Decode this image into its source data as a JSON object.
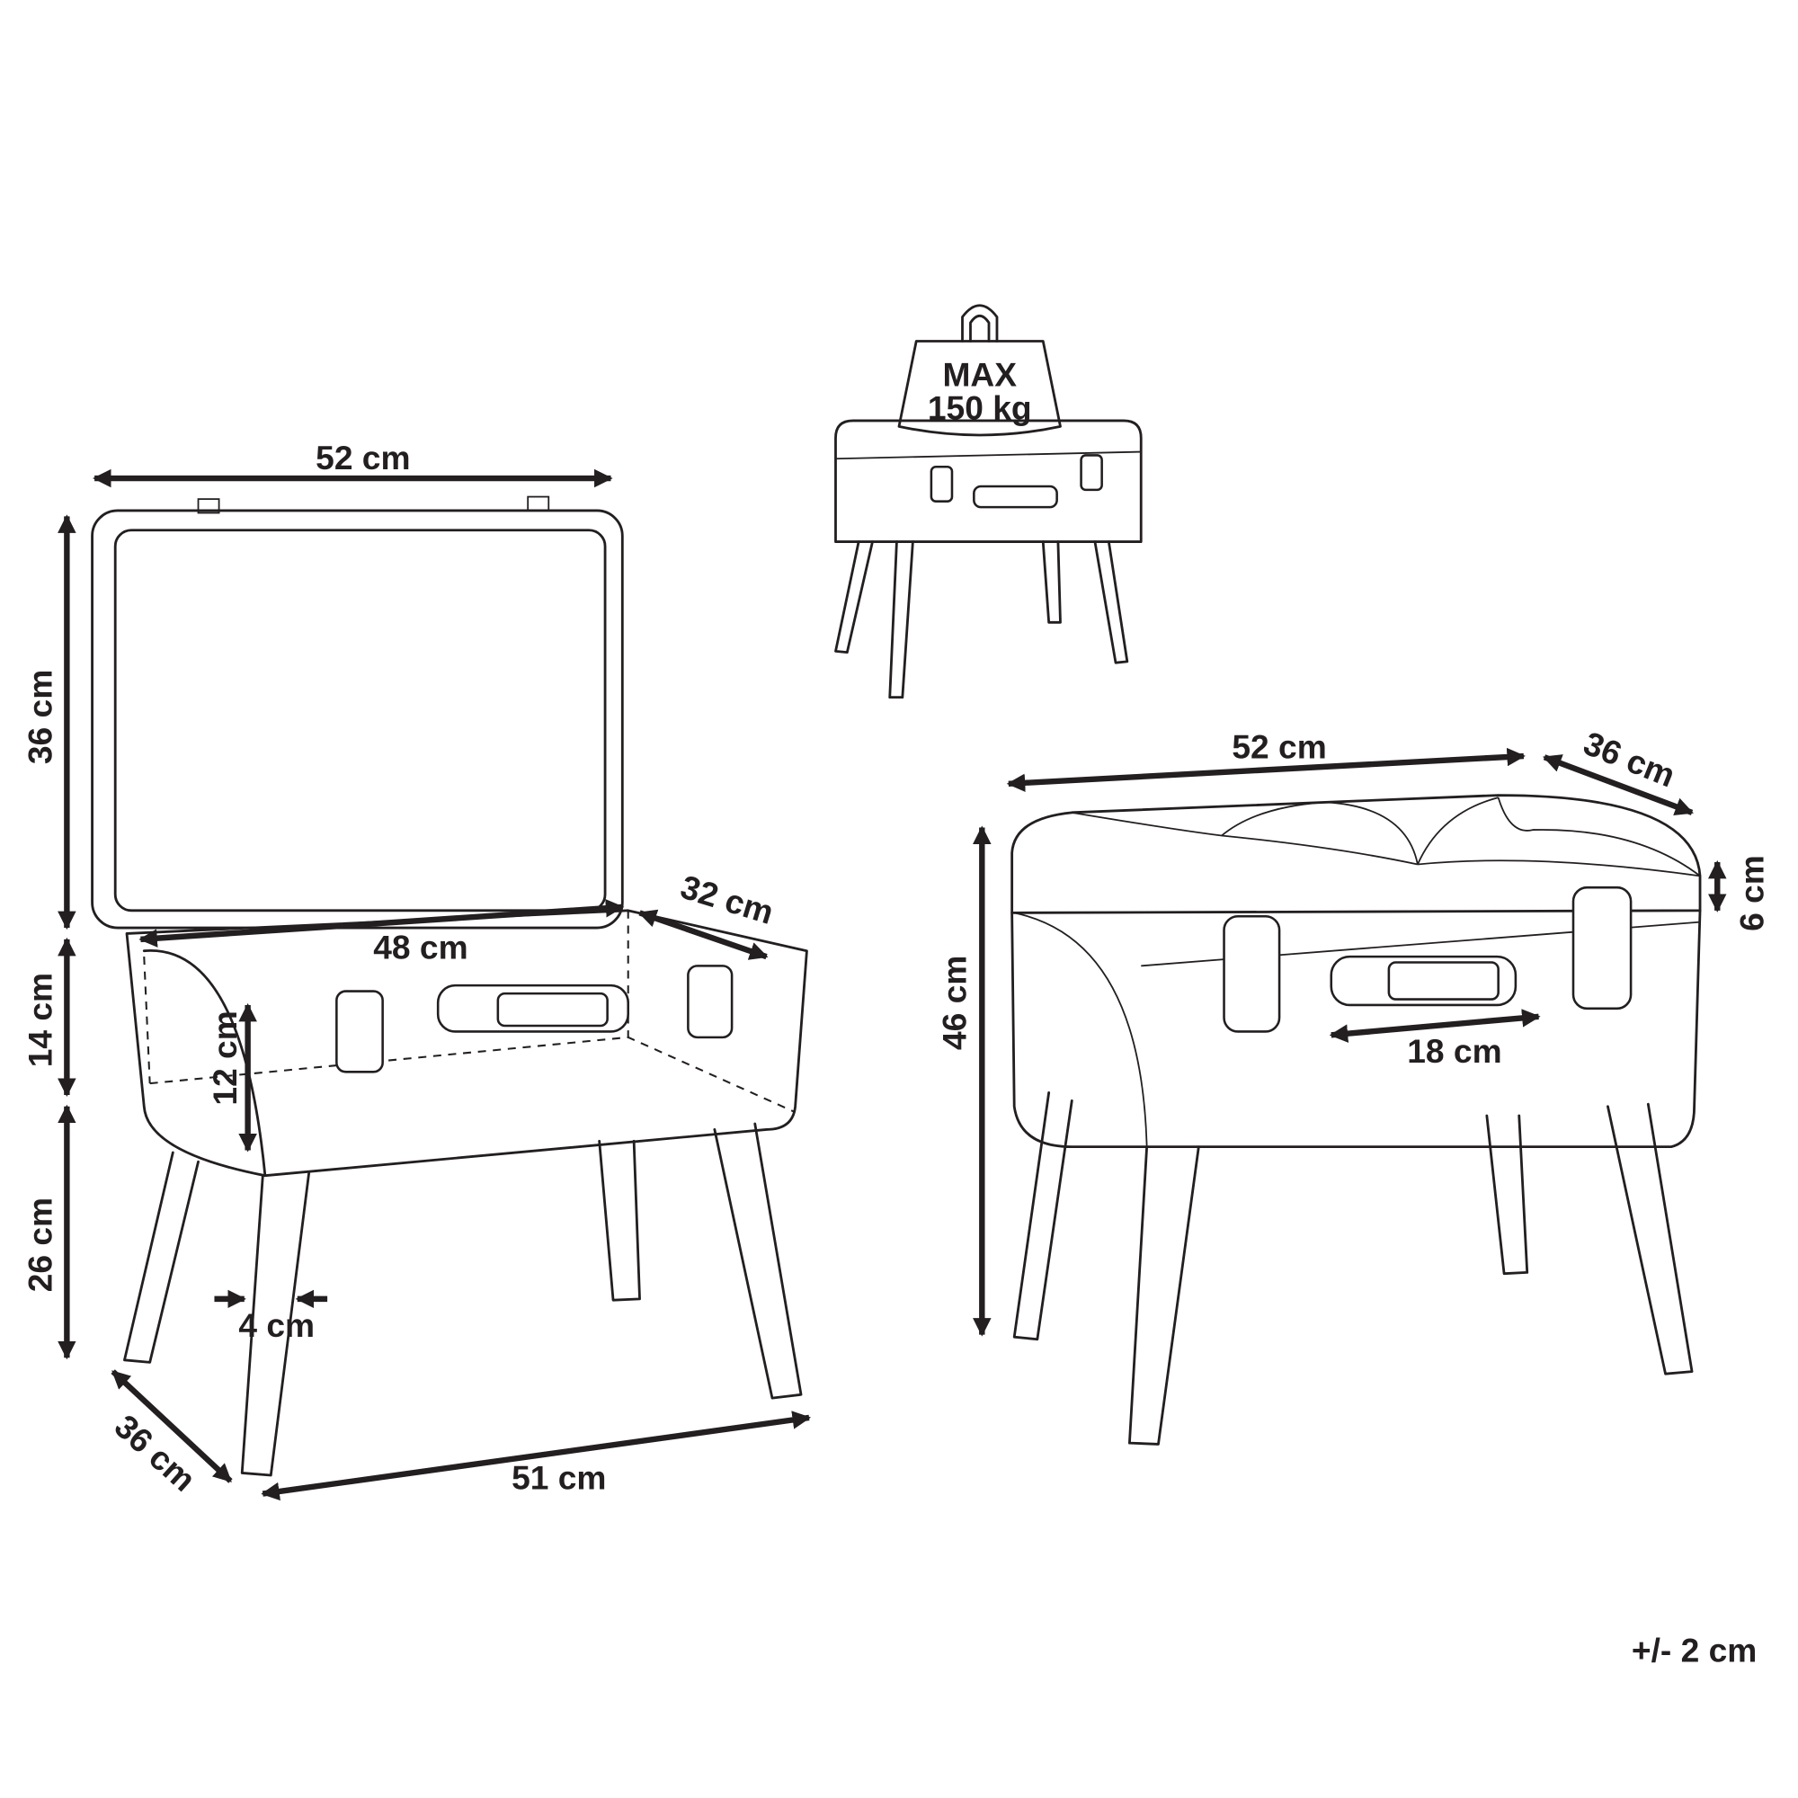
{
  "dimensions": {
    "open_view": {
      "lid_width": "52 cm",
      "lid_height": "36 cm",
      "body_height": "14 cm",
      "leg_height": "26 cm",
      "inner_width": "48 cm",
      "inner_depth": "32 cm",
      "inner_height": "12 cm",
      "leg_diameter": "4 cm",
      "leg_depth_span": "36 cm",
      "leg_width_span": "51 cm"
    },
    "load_view": {
      "max_label": "MAX",
      "max_load": "150 kg"
    },
    "closed_view": {
      "width": "52 cm",
      "depth": "36 cm",
      "cushion_height": "6 cm",
      "total_height": "46 cm",
      "handle_width": "18 cm"
    }
  },
  "tolerance": "+/- 2 cm",
  "colors": {
    "line": "#231f20",
    "background": "#ffffff"
  }
}
